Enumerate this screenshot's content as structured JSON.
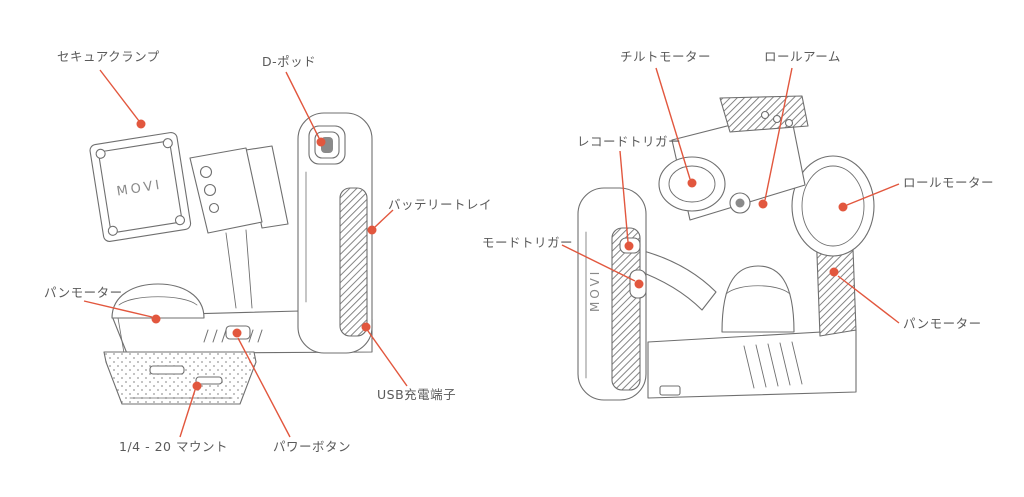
{
  "accent": "#E2573E",
  "label_color": "#5a5a5a",
  "brand": "MOVI",
  "left_view": {
    "secure_clamp": "セキュアクランプ",
    "d_pod": "D-ポッド",
    "battery_tray": "バッテリートレイ",
    "pan_motor": "パンモーター",
    "usb_port": "USB充電端子",
    "quarter_mount": "1/4 - 20 マウント",
    "power_button": "パワーボタン"
  },
  "right_view": {
    "tilt_motor": "チルトモーター",
    "roll_arm": "ロールアーム",
    "record_trigger": "レコードトリガー",
    "mode_trigger": "モードトリガー",
    "roll_motor": "ロールモーター",
    "pan_motor": "パンモーター"
  }
}
